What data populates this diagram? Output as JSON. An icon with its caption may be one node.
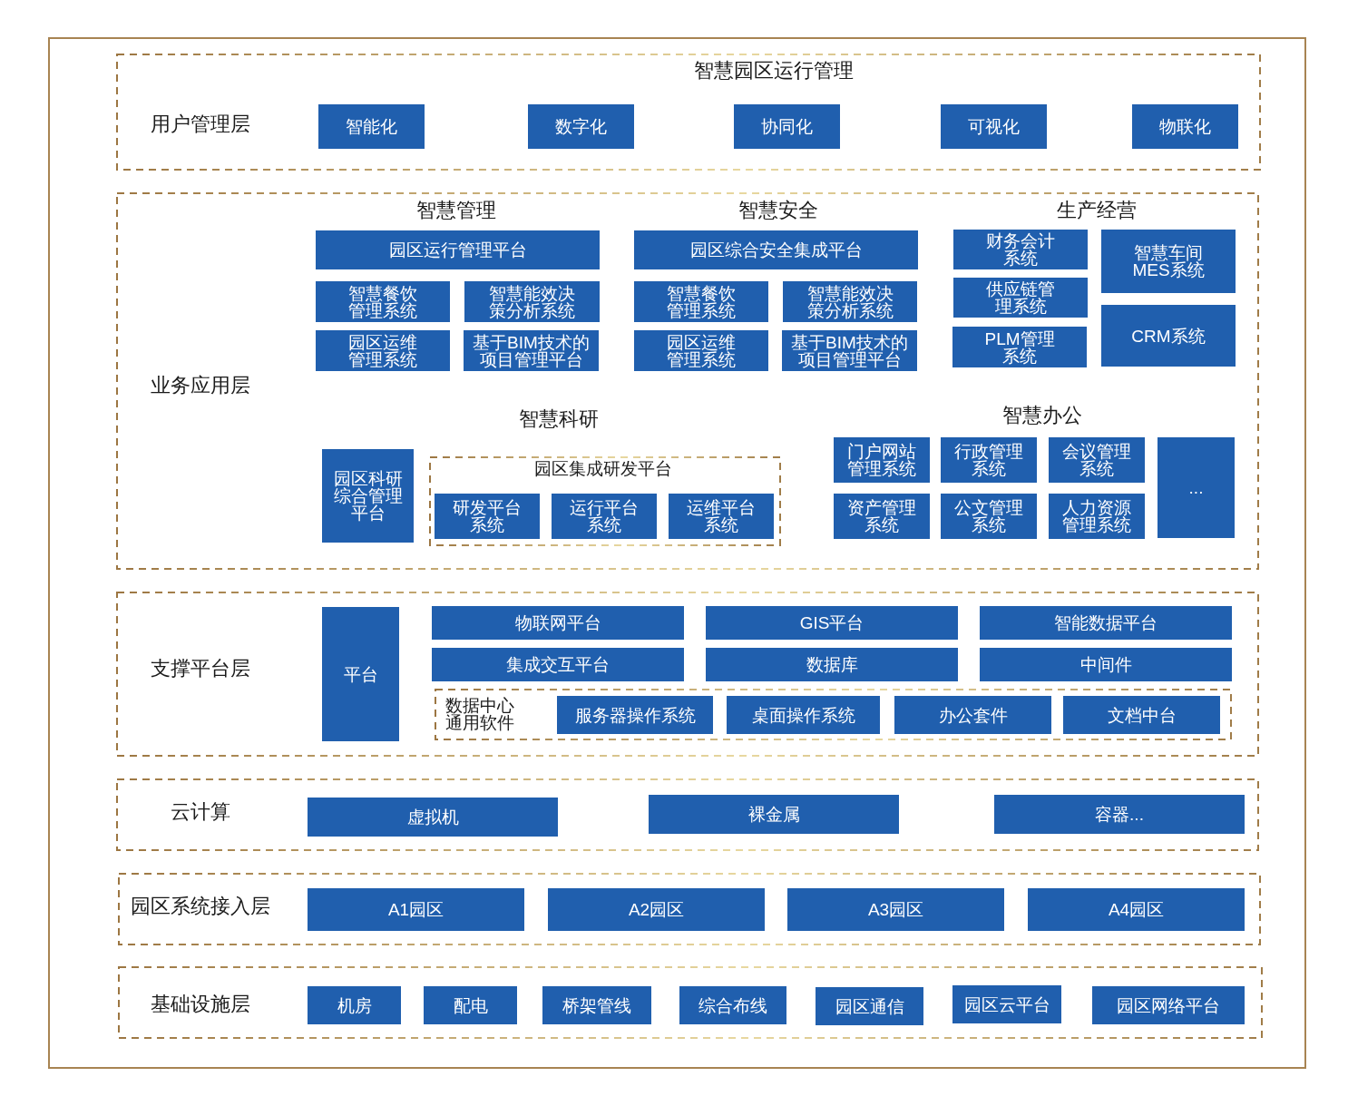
{
  "diagram": {
    "nodes": [
      {
        "text": [
          "用户管理层"
        ]
      },
      {
        "text": [
          "智能化"
        ],
        "in": 0
      },
      {
        "text": [
          "数字化"
        ],
        "in": 0
      },
      {
        "text": [
          "协同化"
        ],
        "in": 0
      },
      {
        "text": [
          "可视化"
        ],
        "in": 0
      },
      {
        "text": [
          "物联化"
        ],
        "in": 0
      },
      {
        "text": [
          "业务应用层"
        ]
      },
      {
        "text": [
          "园区运行管理平台"
        ],
        "in": 6
      },
      {
        "text": [
          "智慧餐饮管理系统"
        ],
        "in": 6
      },
      {
        "text": [
          "智慧能效决策分析系统"
        ],
        "in": 6
      },
      {
        "text": [
          "园区运维管理系统"
        ],
        "in": 6
      },
      {
        "text": [
          "基于BIM技术的项目管理平台"
        ],
        "in": 6
      },
      {
        "text": [
          "园区综合安全集成平台"
        ],
        "in": 6
      },
      {
        "text": [
          "智慧餐饮管理系统"
        ],
        "in": 6
      },
      {
        "text": [
          "智慧能效决策分析系统"
        ],
        "in": 6
      },
      {
        "text": [
          "园区运维管理系统"
        ],
        "in": 6
      },
      {
        "text": [
          "基于BIM技术的项目管理平台"
        ],
        "in": 6
      },
      {
        "text": [
          "财务会计系统"
        ],
        "in": 6
      },
      {
        "text": [
          "供应链管理系统"
        ],
        "in": 6
      },
      {
        "text": [
          "PLM管理系统"
        ],
        "in": 6
      },
      {
        "text": [
          "智慧车间MES系统"
        ],
        "in": 6
      },
      {
        "text": [
          "CRM系统"
        ],
        "in": 6
      },
      {
        "text": [
          "园区科研综合管理平台"
        ],
        "in": 6
      },
      {
        "text": [
          "园区集成研发平台"
        ],
        "in": 6
      },
      {
        "text": [
          "研发平台系统"
        ],
        "in": 23
      },
      {
        "text": [
          "运行平台系统"
        ],
        "in": 23
      },
      {
        "text": [
          "运维平台系统"
        ],
        "in": 23
      },
      {
        "text": [
          "门户网站管理系统"
        ],
        "in": 6
      },
      {
        "text": [
          "行政管理系统"
        ],
        "in": 6
      },
      {
        "text": [
          "会议管理系统"
        ],
        "in": 6
      },
      {
        "text": [
          "..."
        ],
        "in": 6
      },
      {
        "text": [
          "资产管理系统"
        ],
        "in": 6
      },
      {
        "text": [
          "公文管理系统"
        ],
        "in": 6
      },
      {
        "text": [
          "人力资源管理系统"
        ],
        "in": 6
      },
      {
        "text": [
          "支撑平台层"
        ]
      },
      {
        "text": [
          "平台"
        ],
        "in": 34
      },
      {
        "text": [
          "物联网平台"
        ],
        "in": 34
      },
      {
        "text": [
          "GIS平台"
        ],
        "in": 34
      },
      {
        "text": [
          "智能数据平台"
        ],
        "in": 34
      },
      {
        "text": [
          "集成交互平台"
        ],
        "in": 34
      },
      {
        "text": [
          "数据库"
        ],
        "in": 34
      },
      {
        "text": [
          "中间件"
        ],
        "in": 34
      },
      {
        "text": [
          "数据中心通用软件"
        ],
        "in": 34
      },
      {
        "text": [
          "服务器操作系统"
        ],
        "in": 42
      },
      {
        "text": [
          "桌面操作系统"
        ],
        "in": 42
      },
      {
        "text": [
          "办公套件"
        ],
        "in": 42
      },
      {
        "text": [
          "文档中台"
        ],
        "in": 42
      },
      {
        "text": [
          "云计算"
        ]
      },
      {
        "text": [
          "虚拟机"
        ],
        "in": 47
      },
      {
        "text": [
          "裸金属"
        ],
        "in": 47
      },
      {
        "text": [
          "容器..."
        ],
        "in": 47
      },
      {
        "text": [
          "园区系统接入层"
        ]
      },
      {
        "text": [
          "A1园区"
        ],
        "in": 51
      },
      {
        "text": [
          "A2园区"
        ],
        "in": 51
      },
      {
        "text": [
          "A3园区"
        ],
        "in": 51
      },
      {
        "text": [
          "A4园区"
        ],
        "in": 51
      },
      {
        "text": [
          "基础设施层"
        ]
      },
      {
        "text": [
          "机房"
        ],
        "in": 56
      },
      {
        "text": [
          "配电"
        ],
        "in": 56
      },
      {
        "text": [
          "桥架管线"
        ],
        "in": 56
      },
      {
        "text": [
          "综合布线"
        ],
        "in": 56
      },
      {
        "text": [
          "园区通信"
        ],
        "in": 56
      },
      {
        "text": [
          "园区云平台"
        ],
        "in": 56
      },
      {
        "text": [
          "园区网络平台"
        ],
        "in": 56
      }
    ],
    "labels": [
      "智慧园区运行管理",
      "智慧管理",
      "智慧安全",
      "生产经营",
      "智慧科研",
      "智慧办公"
    ]
  }
}
